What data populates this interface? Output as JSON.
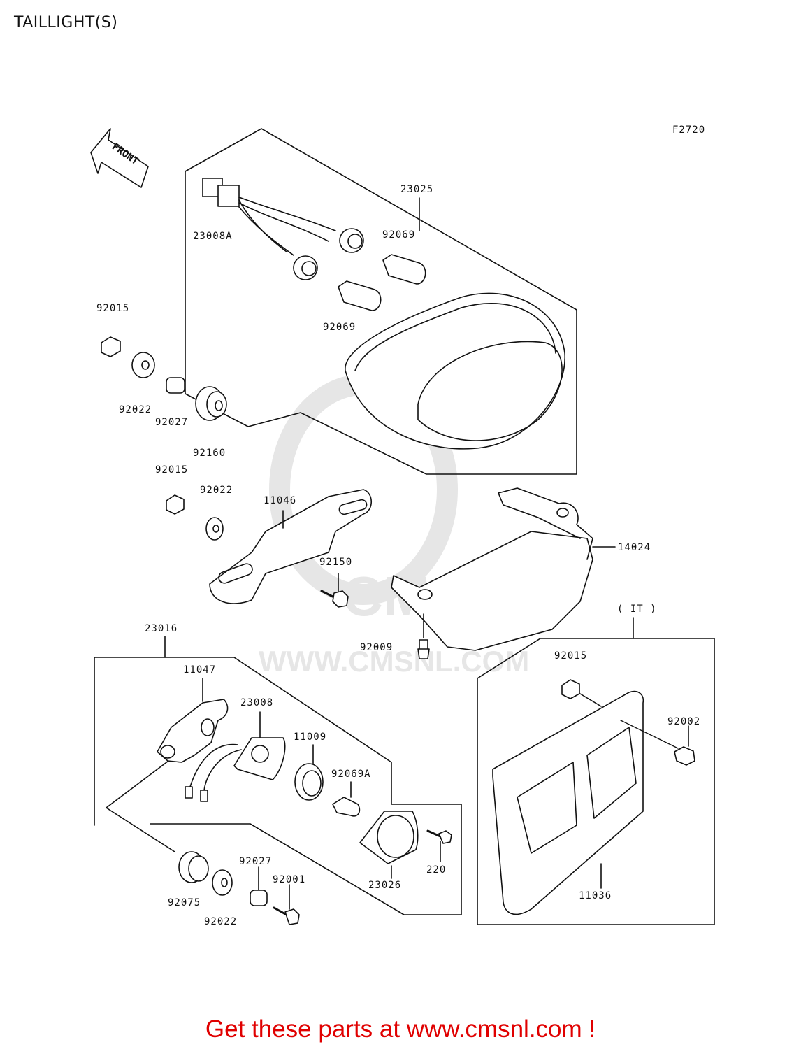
{
  "page": {
    "title": "TAILLIGHT(S)",
    "footer": "Get these parts at www.cmsnl.com !"
  },
  "figure_code": "F2720",
  "front_arrow": "FRONT",
  "watermark": {
    "brand": "CMS",
    "url": "WWW.CMSNL.COM",
    "color": "#e6e6e6"
  },
  "colors": {
    "line": "#111111",
    "footer": "#e00000"
  },
  "icons": [
    "front-arrow-icon",
    "connector-icon",
    "bulb-icon",
    "nut-icon",
    "washer-icon",
    "collar-icon",
    "grommet-icon",
    "bolt-icon",
    "screw-icon"
  ],
  "labels": {
    "p23025": "23025",
    "p23008A": "23008A",
    "p92069_a": "92069",
    "p92069_b": "92069",
    "p92015_a": "92015",
    "p92022_a": "92022",
    "p92027_a": "92027",
    "p92160": "92160",
    "p92015_b": "92015",
    "p92022_b": "92022",
    "p11046": "11046",
    "p92150": "92150",
    "p14024": "14024",
    "p92009": "92009",
    "it": "( IT )",
    "p92015_c": "92015",
    "p92002": "92002",
    "p11036": "11036",
    "p23016": "23016",
    "p11047": "11047",
    "p23008": "23008",
    "p11009": "11009",
    "p92069A": "92069A",
    "p220": "220",
    "p23026": "23026",
    "p92075": "92075",
    "p92027_b": "92027",
    "p92001": "92001",
    "p92022_c": "92022"
  }
}
